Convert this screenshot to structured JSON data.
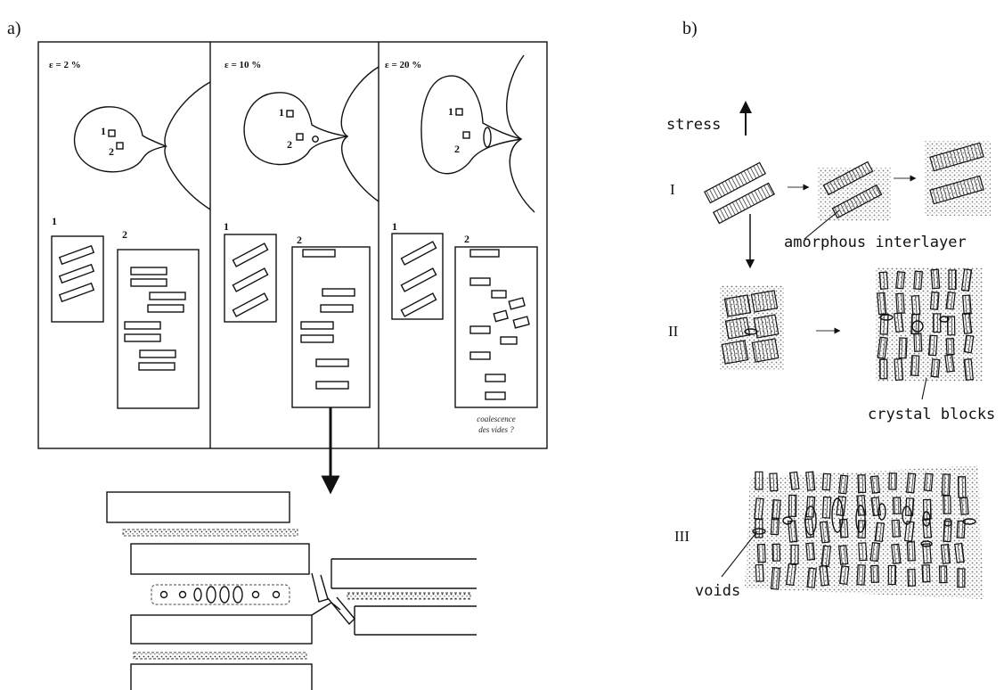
{
  "panels": {
    "a": {
      "letter": "a)",
      "columns": [
        {
          "strain": "ε = 2 %"
        },
        {
          "strain": "ε = 10 %"
        },
        {
          "strain": "ε = 20 %"
        }
      ],
      "site_labels": [
        "1",
        "2"
      ],
      "question_note": [
        "coalescence",
        "des vides ?"
      ]
    },
    "b": {
      "letter": "b)",
      "stages": [
        "I",
        "II",
        "III"
      ],
      "labels": {
        "stress": "stress",
        "amorphous": "amorphous interlayer",
        "crystal": "crystal blocks",
        "voids": "voids"
      }
    }
  }
}
